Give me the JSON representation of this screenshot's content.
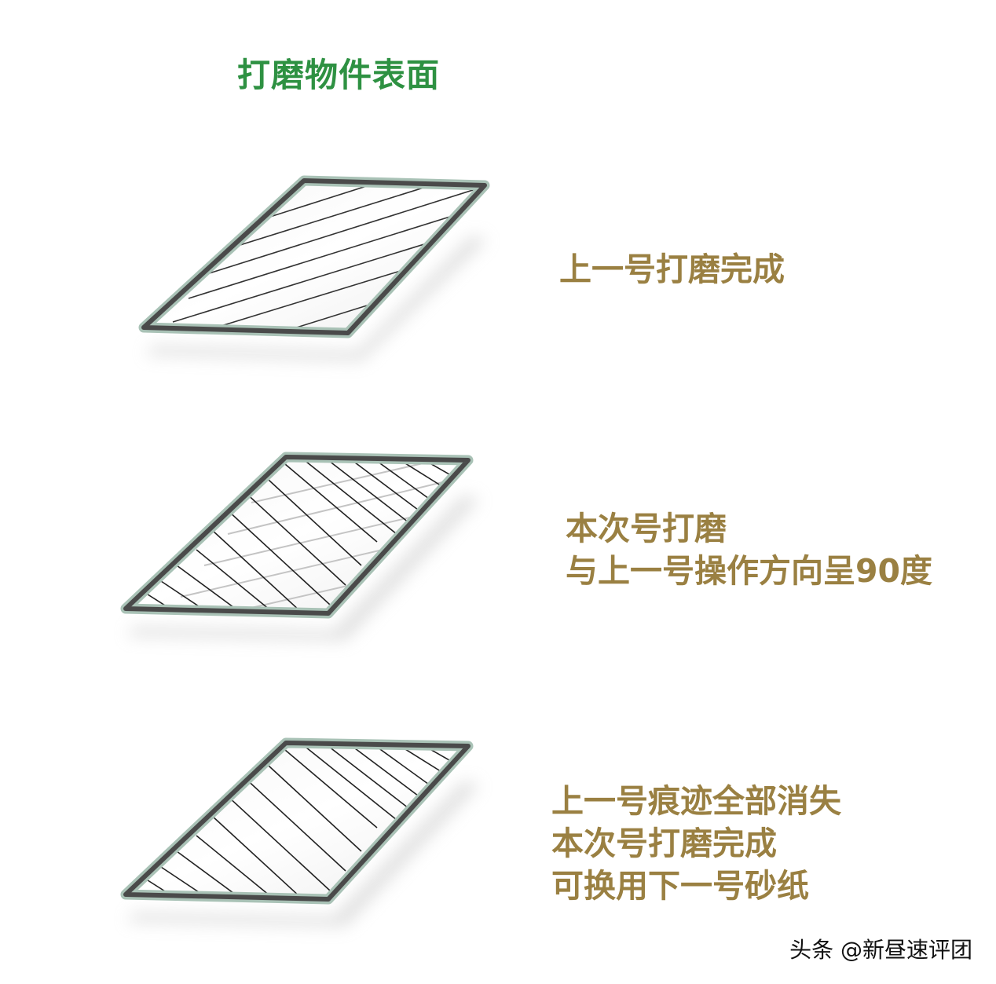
{
  "title": "打磨物件表面",
  "steps": [
    {
      "lines": [
        "上一号打磨完成"
      ]
    },
    {
      "lines": [
        "本次号打磨",
        "与上一号操作方向呈90度"
      ]
    },
    {
      "lines": [
        "上一号痕迹全部消失",
        "本次号打磨完成",
        "可换用下一号砂纸"
      ]
    }
  ],
  "watermark": "头条 @新昼速评团",
  "colors": {
    "title": "#2e9142",
    "caption": "#9a8042",
    "frame": "#4a4a4a",
    "frame_halo": "#a9c2b6"
  }
}
